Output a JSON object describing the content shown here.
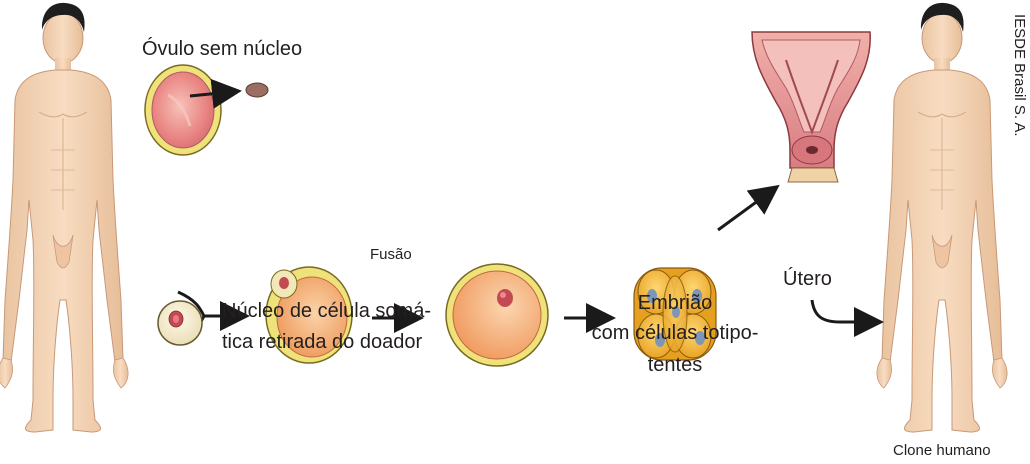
{
  "labels": {
    "ovulo": "Óvulo sem núcleo",
    "fusao": "Fusão",
    "nucleo_line1": "Núcleo de célula somá-",
    "nucleo_line2": "tica retirada do doador",
    "embriao_line1": "Embrião",
    "embriao_line2": "com células totipo-",
    "embriao_line3": "tentes",
    "utero": "Útero",
    "clone": "Clone humano",
    "credit": "IESDE Brasil S. A."
  },
  "colors": {
    "skin": "#f6d9bd",
    "skin_shadow": "#e2b896",
    "hair": "#1e1e1e",
    "egg_shell": "#efe27a",
    "egg_inner": "#f2a06a",
    "egg_pink": "#e58a8a",
    "nucleus": "#c44a52",
    "embryo": "#f0b23a",
    "embryo_nuclei": "#7d96b8",
    "uterus": "#e79aa0",
    "arrow": "#1a1a1a"
  }
}
